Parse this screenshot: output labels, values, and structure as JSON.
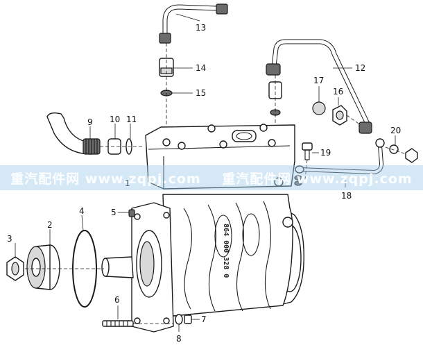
{
  "watermark": {
    "segments": [
      "重汽配件网 www.zqpj.com",
      "重汽配件网 www.zqpj.com"
    ]
  },
  "callouts": [
    {
      "id": "1",
      "label": "1"
    },
    {
      "id": "2",
      "label": "2"
    },
    {
      "id": "3",
      "label": "3"
    },
    {
      "id": "4",
      "label": "4"
    },
    {
      "id": "5",
      "label": "5"
    },
    {
      "id": "6",
      "label": "6"
    },
    {
      "id": "7",
      "label": "7"
    },
    {
      "id": "8",
      "label": "8"
    },
    {
      "id": "9",
      "label": "9"
    },
    {
      "id": "10",
      "label": "10"
    },
    {
      "id": "11",
      "label": "11"
    },
    {
      "id": "12",
      "label": "12"
    },
    {
      "id": "13",
      "label": "13"
    },
    {
      "id": "14",
      "label": "14"
    },
    {
      "id": "15",
      "label": "15"
    },
    {
      "id": "16",
      "label": "16"
    },
    {
      "id": "17",
      "label": "17"
    },
    {
      "id": "18",
      "label": "18"
    },
    {
      "id": "19",
      "label": "19"
    },
    {
      "id": "20",
      "label": "20"
    }
  ],
  "casting_mark": "864 000 328 0"
}
